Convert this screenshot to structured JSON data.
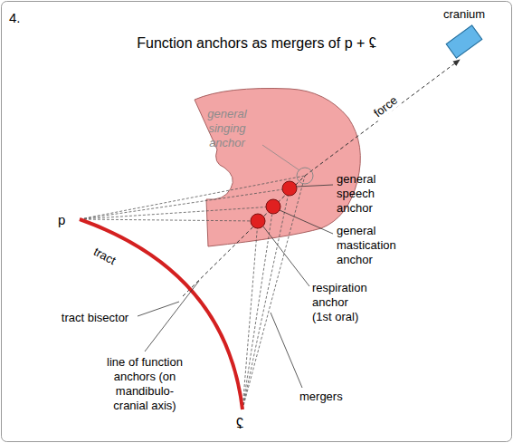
{
  "diagram": {
    "title": "Function anchors as mergers of p + ʢ",
    "nodes": [
      {
        "text": [
          "cranium"
        ]
      }
    ],
    "labels": [
      "4.",
      "general singing anchor",
      "force",
      "general speech anchor",
      "general mastication anchor",
      "respiration anchor (1st oral)",
      "p",
      "tract",
      "tract bisector",
      "line of function anchors (on mandibulo-cranial axis)",
      "ʢ",
      "mergers"
    ]
  }
}
